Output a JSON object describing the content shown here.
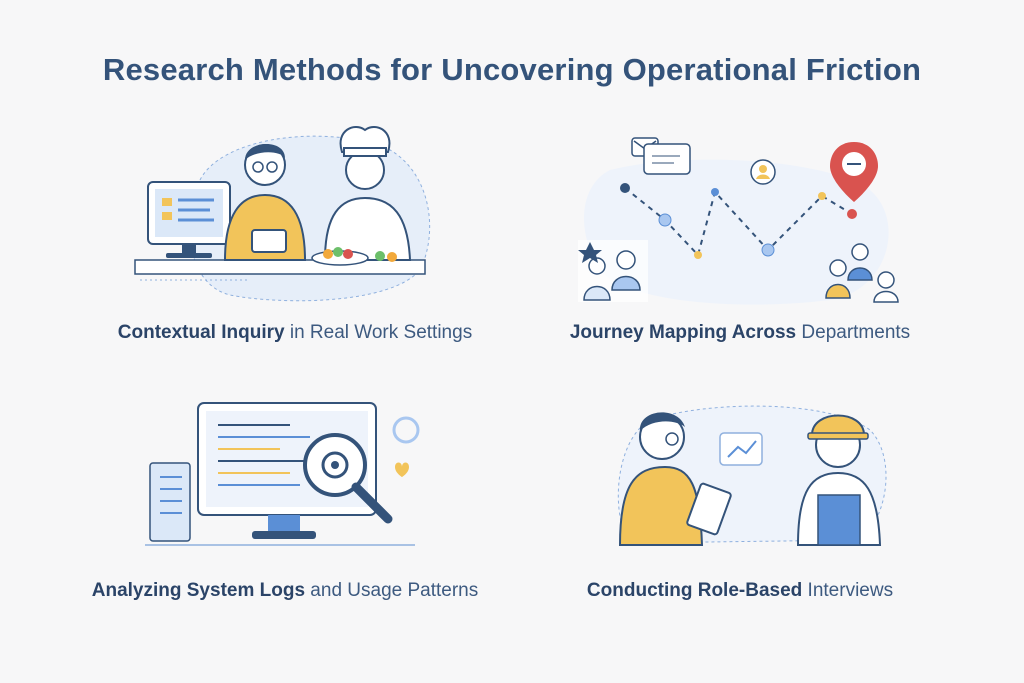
{
  "title": "Research Methods for Uncovering Operational Friction",
  "methods": [
    {
      "bold": "Contextual Inquiry",
      "rest": " in Real Work Settings",
      "icon": "chef-interview-illustration"
    },
    {
      "bold": "Journey Mapping Across",
      "rest": " Departments",
      "icon": "journey-map-illustration"
    },
    {
      "bold": "Analyzing System Logs",
      "rest": " and Usage Patterns",
      "icon": "log-analysis-illustration"
    },
    {
      "bold": "Conducting Role-Based",
      "rest": " Interviews",
      "icon": "worker-interview-illustration"
    }
  ],
  "colors": {
    "navy": "#34537a",
    "blue": "#5b8fd6",
    "lightBlue": "#dbe8f8",
    "yellow": "#f2c45a",
    "red": "#d9534f"
  }
}
